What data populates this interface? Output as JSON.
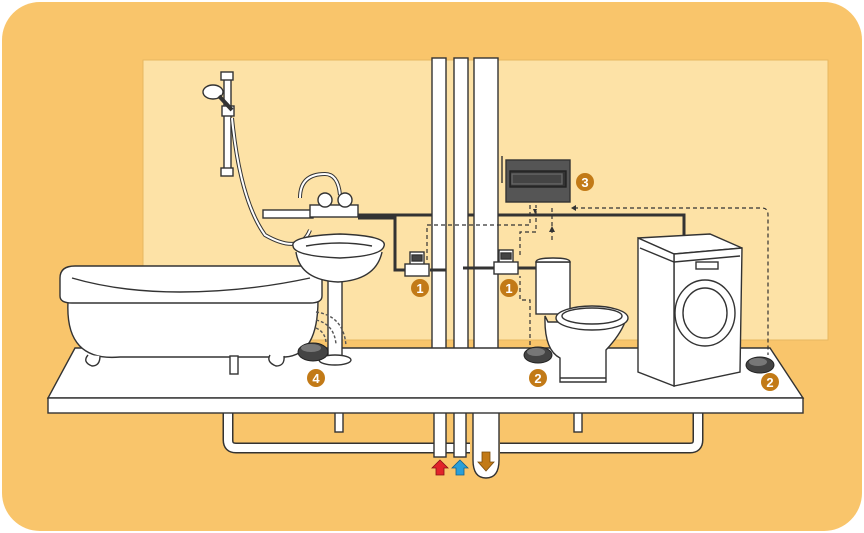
{
  "colors": {
    "frame": "#F9C56B",
    "wall": "#FDE2A6",
    "fixture": "#ffffff",
    "outline": "#333333",
    "badge": "#C27A17",
    "hot_arrow": "#E2232A",
    "cold_arrow": "#2A9FD8",
    "drain_arrow": "#C27A17"
  },
  "badges": [
    {
      "label": "1",
      "item": "valve-left"
    },
    {
      "label": "1",
      "item": "valve-right"
    },
    {
      "label": "2",
      "item": "sensor-toilet"
    },
    {
      "label": "2",
      "item": "sensor-washer"
    },
    {
      "label": "3",
      "item": "controller"
    },
    {
      "label": "4",
      "item": "sensor-wireless"
    }
  ],
  "flow_arrows": [
    {
      "icon": "hot-water-arrow-icon",
      "direction": "up"
    },
    {
      "icon": "cold-water-arrow-icon",
      "direction": "up"
    },
    {
      "icon": "drain-arrow-icon",
      "direction": "down"
    }
  ]
}
